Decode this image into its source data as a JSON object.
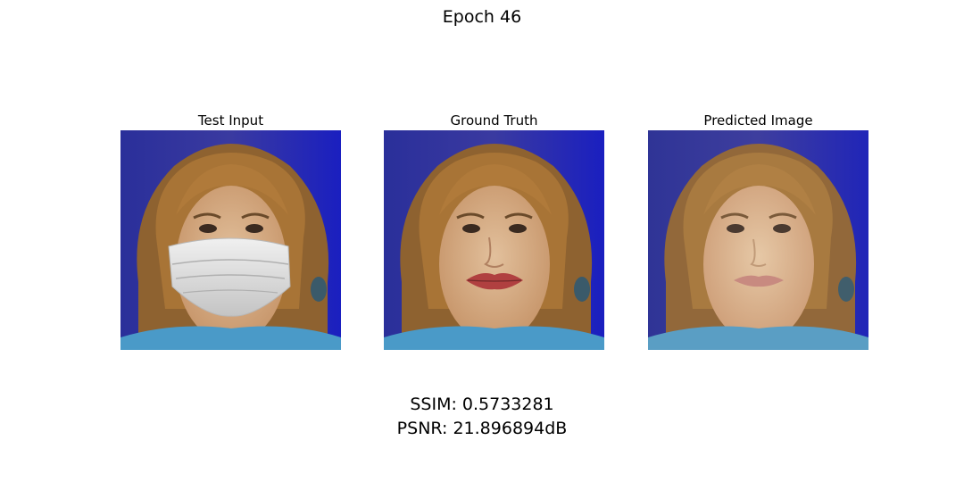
{
  "figure": {
    "title": "Epoch 46"
  },
  "panels": [
    {
      "title": "Test Input",
      "image": "face-with-surgical-mask"
    },
    {
      "title": "Ground Truth",
      "image": "face-unmasked"
    },
    {
      "title": "Predicted Image",
      "image": "face-reconstructed"
    }
  ],
  "metrics": {
    "ssim": "SSIM: 0.5733281",
    "psnr": "PSNR: 21.896894dB"
  },
  "colors": {
    "background_blue": "#1a1fa8",
    "hair": "#9c6a2e",
    "skin": "#d8b08a",
    "shirt": "#4a9ac8",
    "mask": "#dcdcdc"
  }
}
